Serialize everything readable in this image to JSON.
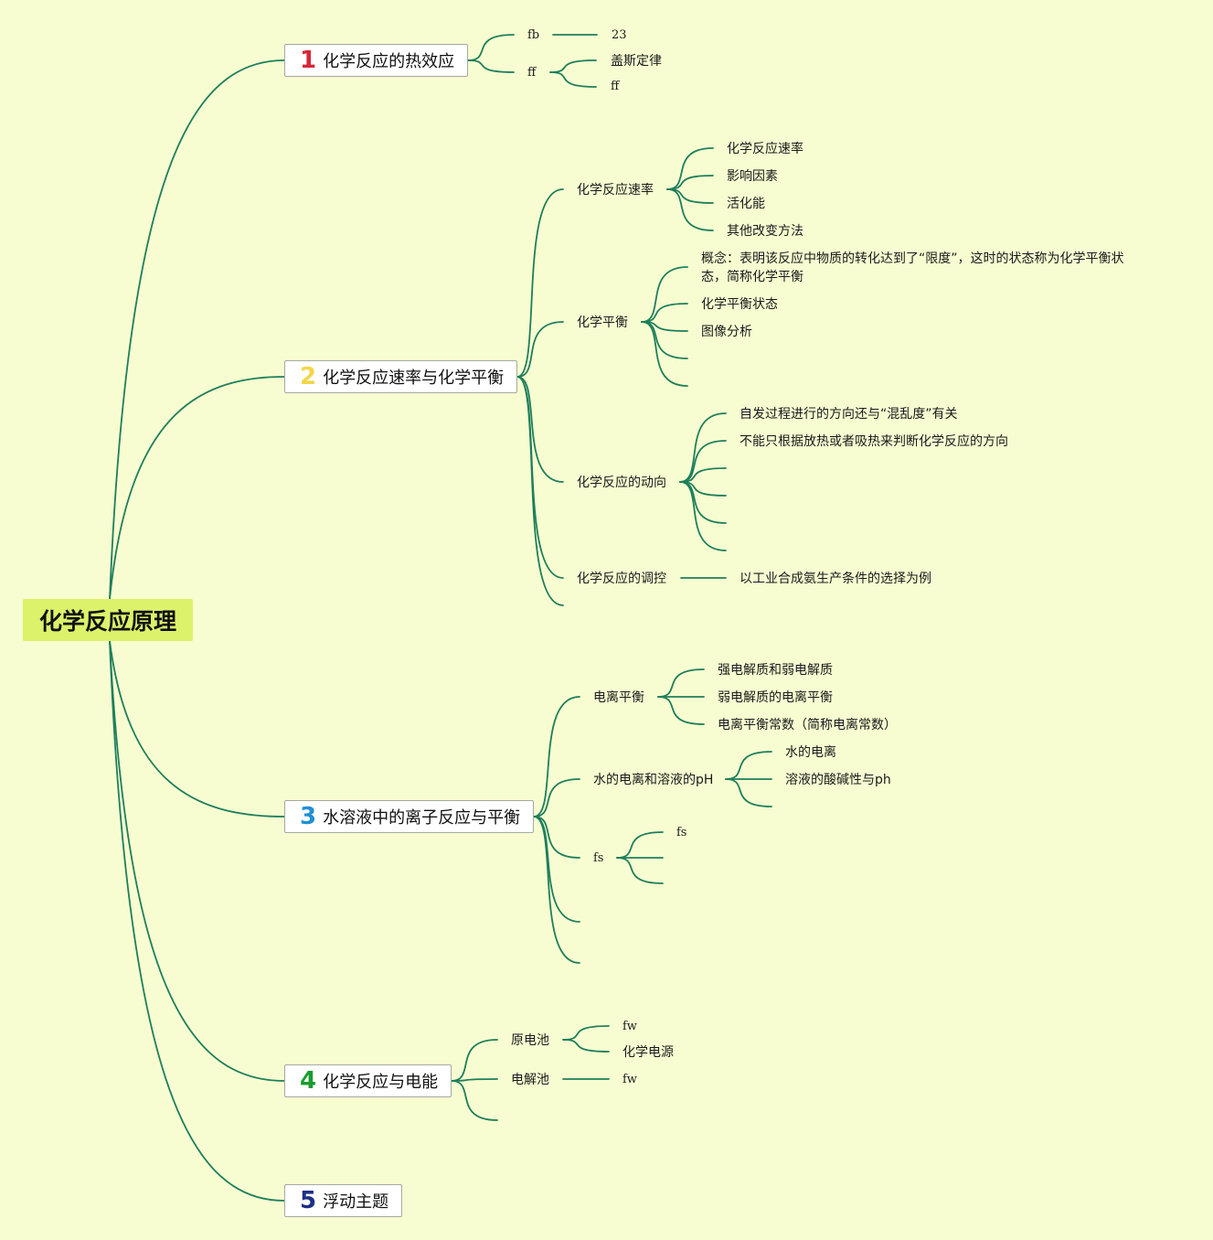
{
  "root": {
    "label": "化学反应原理"
  },
  "branches": [
    {
      "num": "1",
      "color": "#d62839",
      "label": "化学反应的热效应",
      "children": [
        {
          "label": "fb",
          "children": [
            {
              "label": "23"
            }
          ]
        },
        {
          "label": "ff",
          "children": [
            {
              "label": "盖斯定律"
            },
            {
              "label": "ff"
            }
          ]
        }
      ]
    },
    {
      "num": "2",
      "color": "#f2d64b",
      "label": "化学反应速率与化学平衡",
      "children": [
        {
          "label": "化学反应速率",
          "children": [
            {
              "label": "化学反应速率"
            },
            {
              "label": "影响因素"
            },
            {
              "label": "活化能"
            },
            {
              "label": "其他改变方法"
            }
          ]
        },
        {
          "label": "化学平衡",
          "children": [
            {
              "label": "概念：表明该反应中物质的转化达到了“限度”，这时的状态称为化学平衡状态，简称化学平衡"
            },
            {
              "label": "化学平衡状态"
            },
            {
              "label": "图像分析"
            }
          ]
        },
        {
          "label": "化学反应的动向",
          "children": [
            {
              "label": "自发过程进行的方向还与“混乱度”有关"
            },
            {
              "label": "不能只根据放热或者吸热来判断化学反应的方向"
            }
          ]
        },
        {
          "label": "化学反应的调控",
          "children": [
            {
              "label": "以工业合成氨生产条件的选择为例"
            }
          ]
        }
      ]
    },
    {
      "num": "3",
      "color": "#1f8fd6",
      "label": "水溶液中的离子反应与平衡",
      "children": [
        {
          "label": "电离平衡",
          "children": [
            {
              "label": "强电解质和弱电解质"
            },
            {
              "label": "弱电解质的电离平衡"
            },
            {
              "label": "电离平衡常数（简称电离常数）"
            }
          ]
        },
        {
          "label": "水的电离和溶液的pH",
          "children": [
            {
              "label": "水的电离"
            },
            {
              "label": "溶液的酸碱性与ph"
            }
          ]
        },
        {
          "label": "fs",
          "children": [
            {
              "label": "fs"
            }
          ]
        }
      ]
    },
    {
      "num": "4",
      "color": "#1b9b2e",
      "label": "化学反应与电能",
      "children": [
        {
          "label": "原电池",
          "children": [
            {
              "label": "fw"
            },
            {
              "label": "化学电源"
            }
          ]
        },
        {
          "label": "电解池",
          "children": [
            {
              "label": "fw"
            }
          ]
        }
      ]
    },
    {
      "num": "5",
      "color": "#1d2f86",
      "label": "浮动主题"
    }
  ]
}
